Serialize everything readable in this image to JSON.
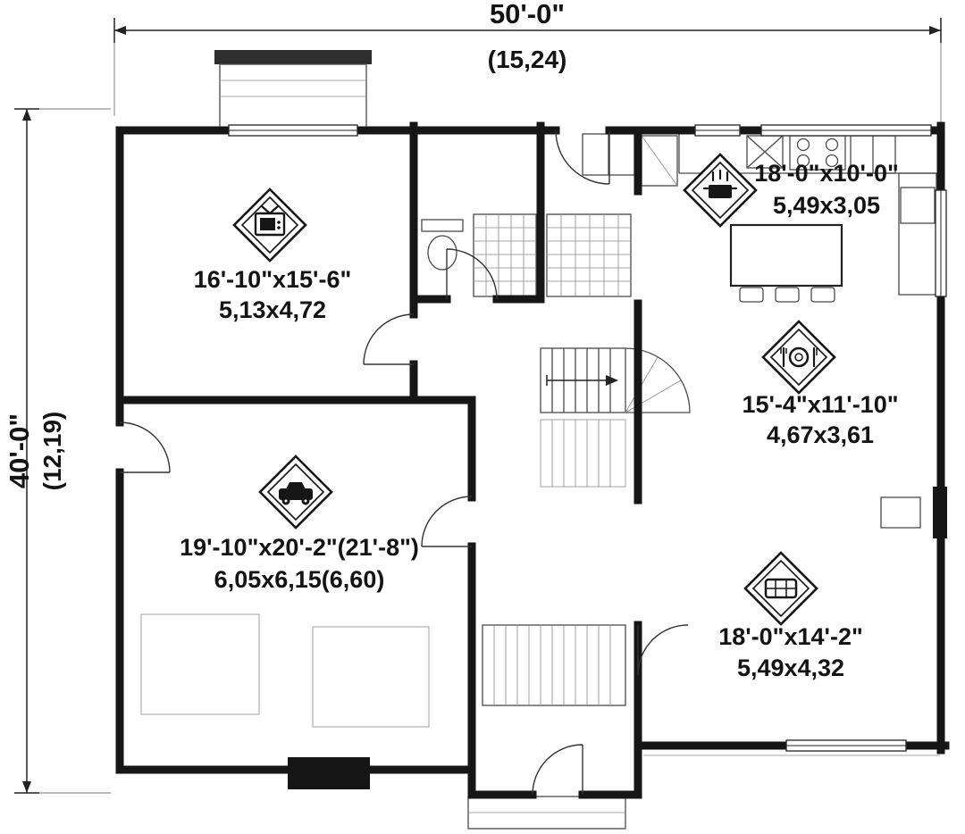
{
  "dims": {
    "width_imperial": "50'-0\"",
    "width_metric": "(15,24)",
    "depth_imperial": "40'-0\"",
    "depth_metric": "(12,19)"
  },
  "rooms": [
    {
      "name": "media-room",
      "icon": "tv-icon",
      "size_imperial": "16'-10\"x15'-6\"",
      "size_metric": "5,13x4,72"
    },
    {
      "name": "kitchen",
      "icon": "cooking-pot-icon",
      "size_imperial": "18'-0\"x10'-0\"",
      "size_metric": "5,49x3,05"
    },
    {
      "name": "dining-room",
      "icon": "plate-utensils-icon",
      "size_imperial": "15'-4\"x11'-10\"",
      "size_metric": "4,67x3,61"
    },
    {
      "name": "garage",
      "icon": "car-icon",
      "size_imperial": "19'-10\"x20'-2\"(21'-8\")",
      "size_metric": "6,05x6,15(6,60)"
    },
    {
      "name": "living-room",
      "icon": "sofa-icon",
      "size_imperial": "18'-0\"x14'-2\"",
      "size_metric": "5,49x4,32"
    }
  ],
  "colors": {
    "wall": "#161616",
    "thin_line": "#555555",
    "light_line": "#8a8a8a",
    "text": "#141414"
  }
}
